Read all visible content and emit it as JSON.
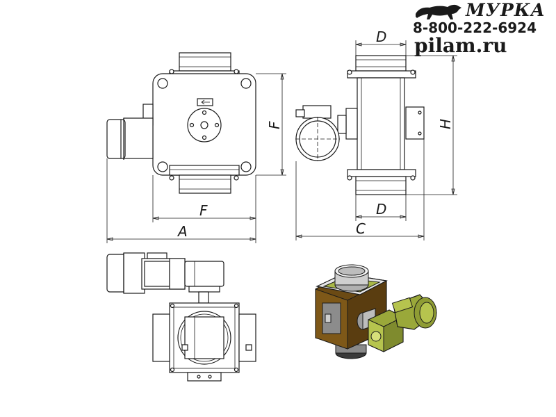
{
  "brand": {
    "name": "МУРКА",
    "phone": "8-800-222-6924",
    "site": "pilam.ru",
    "logo_icon": "panther-icon"
  },
  "dimensions": {
    "a": "A",
    "c": "C",
    "f_horizontal": "F",
    "f_vertical": "F",
    "d_top": "D",
    "d_bottom": "D",
    "h": "H"
  },
  "colors": {
    "housing": "#6b4a14",
    "motor": "#9aa83a",
    "line": "#1a1a1a"
  }
}
